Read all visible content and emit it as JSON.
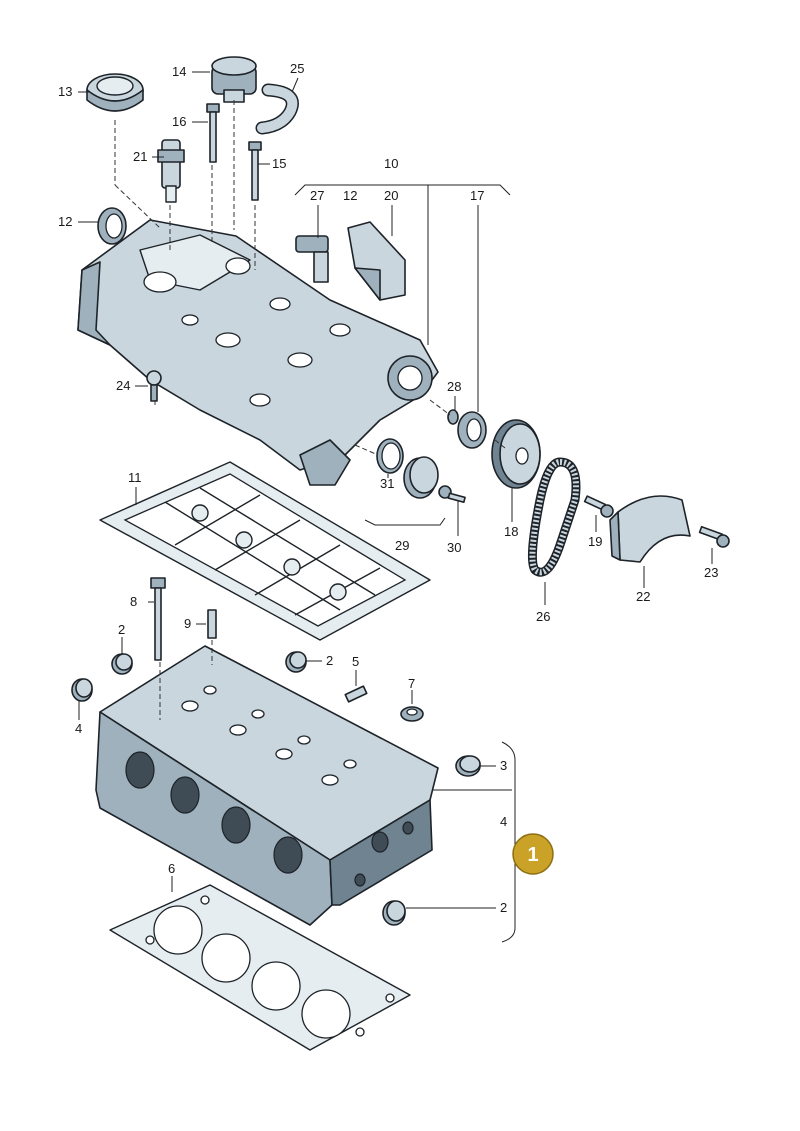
{
  "callouts": {
    "c1": "1",
    "c2a": "2",
    "c2b": "2",
    "c2c": "2",
    "c3": "3",
    "c4a": "4",
    "c4b": "4",
    "c5": "5",
    "c6": "6",
    "c7": "7",
    "c8": "8",
    "c9": "9",
    "c10": "10",
    "c11": "11",
    "c12a": "12",
    "c12b": "12",
    "c13": "13",
    "c14": "14",
    "c15": "15",
    "c16": "16",
    "c17": "17",
    "c18": "18",
    "c19": "19",
    "c20": "20",
    "c21": "21",
    "c22": "22",
    "c23": "23",
    "c24": "24",
    "c25": "25",
    "c26": "26",
    "c27": "27",
    "c28": "28",
    "c29": "29",
    "c30": "30",
    "c31": "31"
  },
  "badge": {
    "label": "1",
    "color": "#c9a227"
  },
  "colors": {
    "part_fill": "#c9d6de",
    "outline": "#1d2328"
  }
}
